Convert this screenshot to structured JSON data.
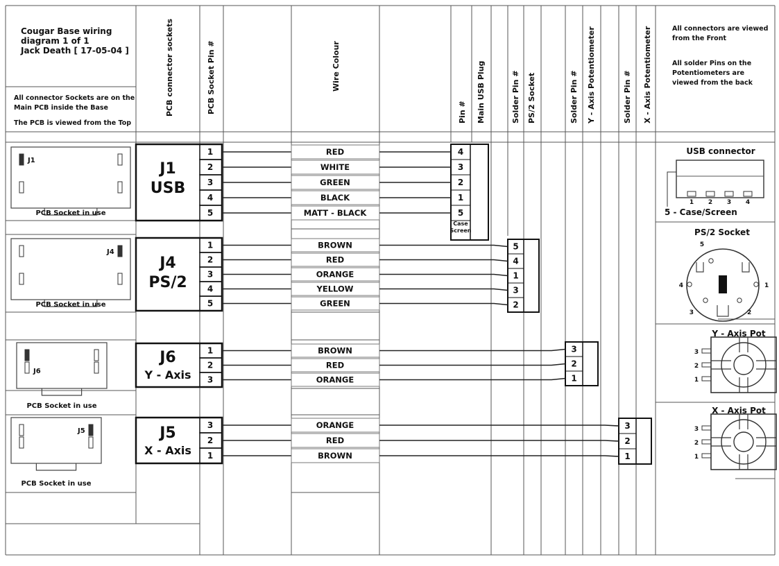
{
  "title": {
    "lines": [
      "Cougar Base wiring",
      "diagram 1 of 1",
      "Jack Death [ 17-05-04 ]"
    ]
  },
  "left_note": {
    "lines": [
      "All connector Sockets are on the",
      "Main PCB inside the Base",
      "The PCB is viewed from the Top"
    ]
  },
  "right_note": {
    "view_lines": [
      "All connectors are viewed",
      "from the Front"
    ],
    "solder_lines": [
      "All solder Pins on the",
      "Potentiometers are",
      "viewed from the back"
    ]
  },
  "headers": {
    "pcb_connector_sockets": "PCB connector sockets",
    "pcb_socket_pin": "PCB Socket Pin #",
    "wire_colour": "Wire Colour",
    "pin": "Pin #",
    "main_usb_plug": "Main USB Plug",
    "solder_pin_ps2": "Solder Pin #",
    "ps2_socket": "PS/2 Socket",
    "solder_pin_y": "Solder Pin #",
    "y_axis_potentiometer": "Y - Axis Potentiometer",
    "solder_pin_x": "Solder Pin #",
    "x_axis_potentiometer": "X - Axis Potentiometer"
  },
  "socket_caption": "PCB Socket in use",
  "connectors": [
    {
      "id": "J1",
      "label": "J1",
      "sublabel": "USB",
      "pins": [
        "1",
        "2",
        "3",
        "4",
        "5"
      ],
      "wires": [
        "RED",
        "WHITE",
        "GREEN",
        "BLACK",
        "MATT - BLACK"
      ],
      "target_pins": [
        "4",
        "3",
        "2",
        "1",
        "5"
      ],
      "target_note": [
        "Case",
        "Screen"
      ]
    },
    {
      "id": "J4",
      "label": "J4",
      "sublabel": "PS/2",
      "pins": [
        "1",
        "2",
        "3",
        "4",
        "5"
      ],
      "wires": [
        "BROWN",
        "RED",
        "ORANGE",
        "YELLOW",
        "GREEN"
      ],
      "target_pins": [
        "5",
        "4",
        "1",
        "3",
        "2"
      ]
    },
    {
      "id": "J6",
      "label": "J6",
      "sublabel": "Y - Axis",
      "pins": [
        "1",
        "2",
        "3"
      ],
      "wires": [
        "BROWN",
        "RED",
        "ORANGE"
      ],
      "target_pins": [
        "3",
        "2",
        "1"
      ]
    },
    {
      "id": "J5",
      "label": "J5",
      "sublabel": "X - Axis",
      "pins": [
        "3",
        "2",
        "1"
      ],
      "wires": [
        "ORANGE",
        "RED",
        "BROWN"
      ],
      "target_pins": [
        "3",
        "2",
        "1"
      ]
    }
  ],
  "usb_connector": {
    "title": "USB connector",
    "pins": [
      "1",
      "2",
      "3",
      "4"
    ],
    "case_label": "5 - Case/Screen"
  },
  "ps2_socket_view": {
    "title": "PS/2 Socket",
    "pins": [
      "1",
      "2",
      "3",
      "4",
      "5"
    ]
  },
  "y_pot": {
    "title": "Y - Axis Pot",
    "pins": [
      "3",
      "2",
      "1"
    ]
  },
  "x_pot": {
    "title": "X - Axis Pot",
    "pins": [
      "3",
      "2",
      "1"
    ]
  }
}
